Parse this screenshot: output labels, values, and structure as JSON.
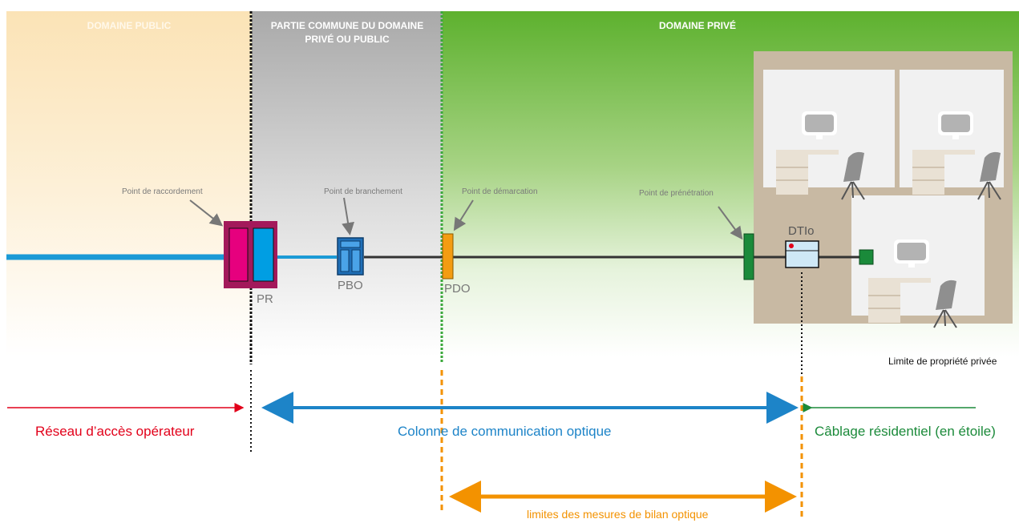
{
  "zones": {
    "public": "DOMAINE PUBLIC",
    "common_line1": "PARTIE COMMUNE DU DOMAINE",
    "common_line2": "PRIVÉ OU PUBLIC",
    "private": "DOMAINE PRIVÉ"
  },
  "callouts": {
    "raccordement": "Point de raccordement",
    "branchement": "Point de branchement",
    "demarcation": "Point de démarcation",
    "penetration": "Point de prénétration"
  },
  "components": {
    "pr": "PR",
    "pbo": "PBO",
    "pdo": "PDO",
    "dtio": "DTIo"
  },
  "labels": {
    "limite_privee": "Limite de propriété privée",
    "reseau_acces": "Réseau d’accès opérateur",
    "colonne": "Colonne de communication optique",
    "cablage": "Câblage résidentiel (en étoile)",
    "bilan": "limites des mesures de bilan optique"
  },
  "colors": {
    "public_zone": "#fbe7c0",
    "common_zone": "#b9b9b9",
    "private_zone": "#62b22f",
    "fiber_blue": "#1b9ad6",
    "cable_dark": "#333333",
    "pr_box": "#a3195b",
    "pr_left": "#e6007e",
    "pr_right": "#009ee3",
    "pbo": "#1f6fb7",
    "pdo": "#f39c12",
    "penetration": "#1a8a3a",
    "dtio": "#cfe8f6",
    "building": "#c8b9a3",
    "red": "#e2001a",
    "blue_arrow": "#1d84c8",
    "green_arrow": "#1b8a3a",
    "orange": "#f39200"
  },
  "icons": [
    "computer-monitor-icon",
    "office-chair-icon",
    "desk-icon"
  ]
}
